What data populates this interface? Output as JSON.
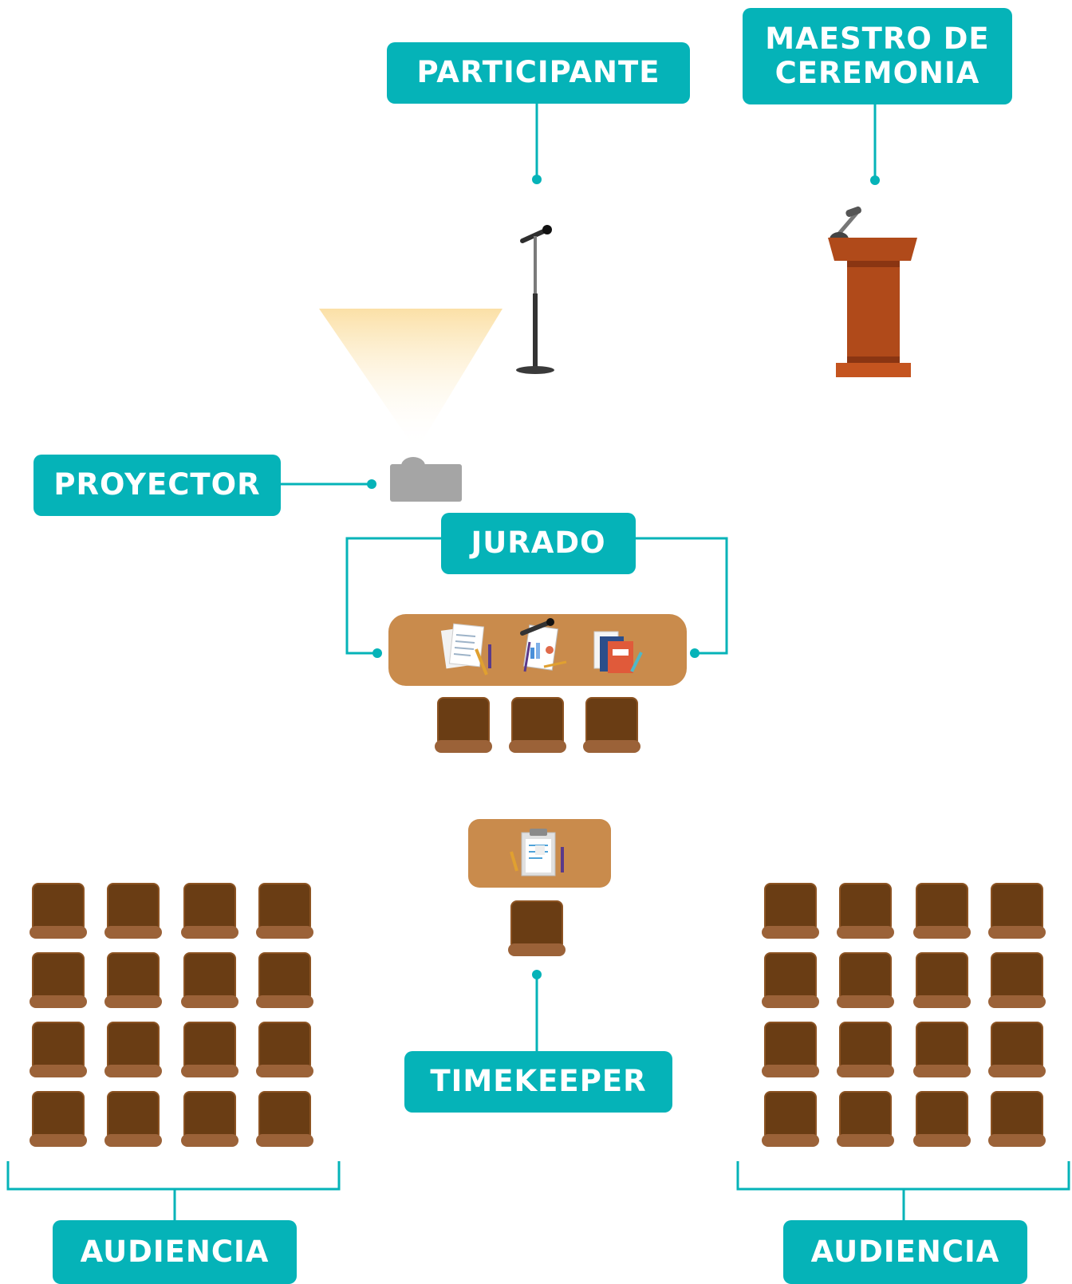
{
  "labels": {
    "participante": "PARTICIPANTE",
    "maestro_line1": "MAESTRO DE",
    "maestro_line2": "CEREMONIA",
    "proyector": "PROYECTOR",
    "jurado": "JURADO",
    "timekeeper": "TIMEKEEPER",
    "audiencia_left": "AUDIENCIA",
    "audiencia_right": "AUDIENCIA"
  },
  "colors": {
    "accent": "#05b3b8",
    "seat": "#6a3d14",
    "seat_base": "#9b6238",
    "table": "#c98b4c",
    "podium": "#b04a1a",
    "projector": "#a5a5a5"
  },
  "audience": {
    "rows": 4,
    "cols": 4
  },
  "jury_seats": 3,
  "icons": [
    "microphone-stand-icon",
    "podium-icon",
    "projector-icon",
    "documents-icon",
    "clipboard-icon",
    "chair-icon"
  ]
}
